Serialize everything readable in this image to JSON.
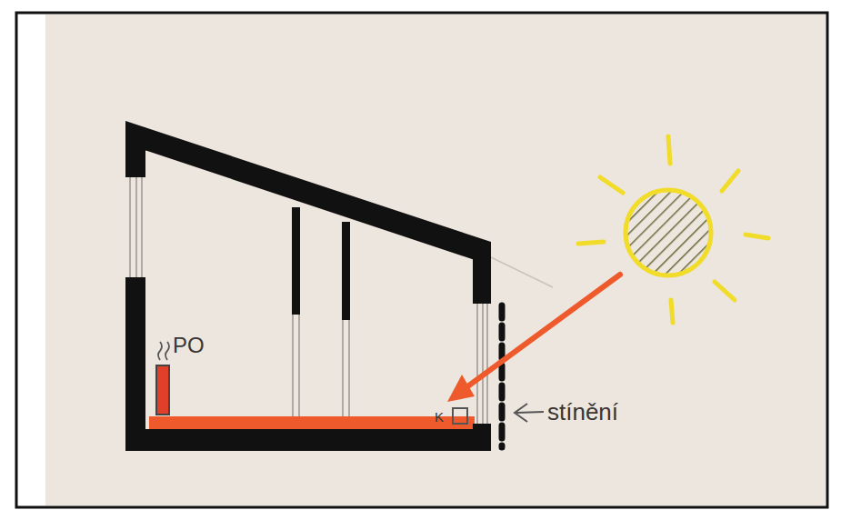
{
  "diagram": {
    "labels": [
      "PO",
      "stínění",
      "K"
    ]
  }
}
